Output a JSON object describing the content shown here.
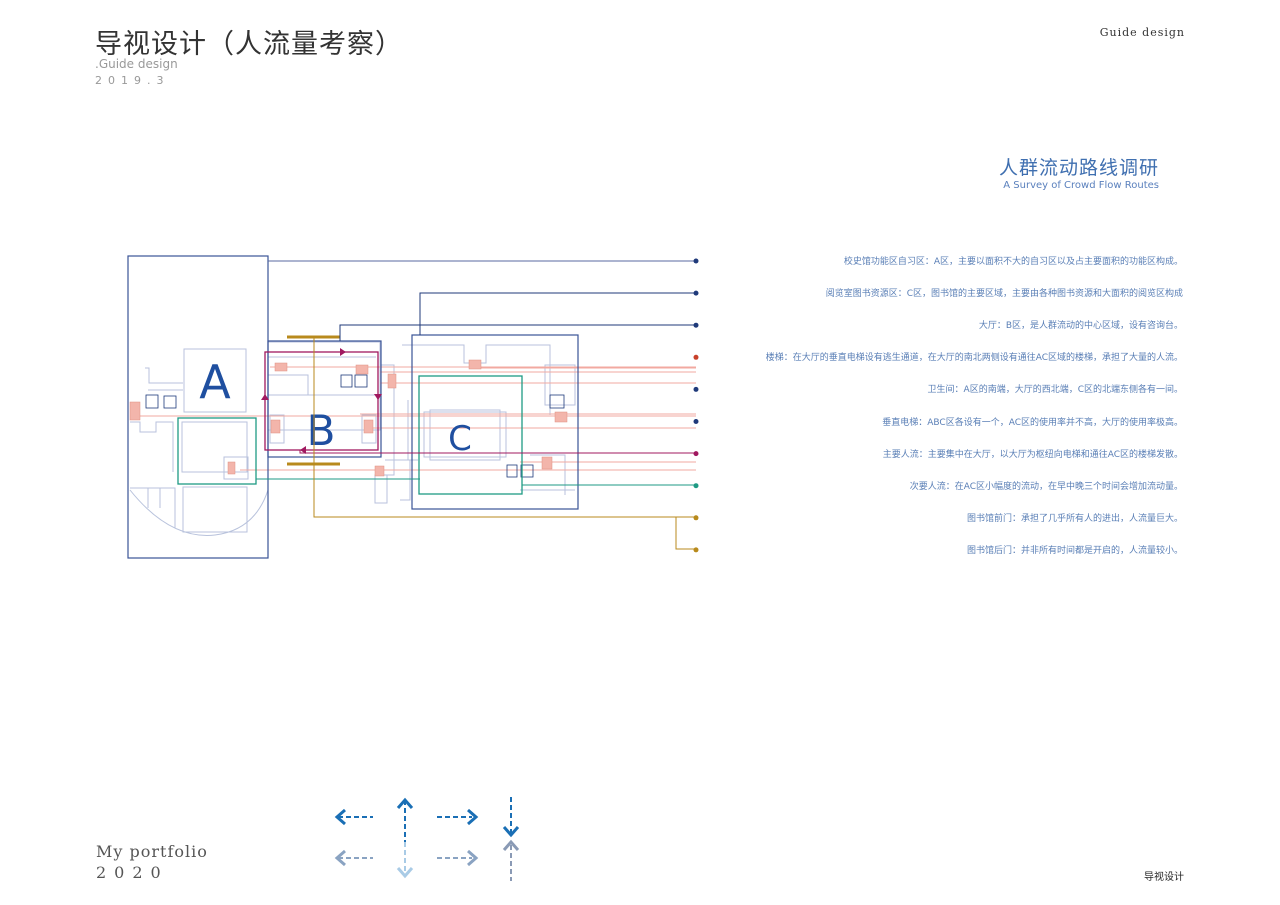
{
  "header": {
    "title": "导视设计（人流量考察）",
    "subtitle": ".Guide design",
    "date": "2019.3",
    "top_right": "Guide design"
  },
  "section": {
    "title": "人群流动路线调研",
    "subtitle": "A Survey of Crowd Flow Routes"
  },
  "plan": {
    "zone_a": "A",
    "zone_b": "B",
    "zone_c": "C"
  },
  "legend": [
    {
      "text": "校史馆功能区自习区：A区，主要以面积不大的自习区以及占主要面积的功能区构成。",
      "color": "#1f3a7a"
    },
    {
      "text": "阅览室图书资源区：C区，图书馆的主要区域，主要由各种图书资源和大面积的阅览区构成",
      "color": "#1f3a7a"
    },
    {
      "text": "大厅：B区，是人群流动的中心区域，设有咨询台。",
      "color": "#1f3a7a"
    },
    {
      "text": "楼梯：在大厅的垂直电梯设有逃生通道，在大厅的南北两侧设有通往AC区域的楼梯，承担了大量的人流。",
      "color": "#c8402a"
    },
    {
      "text": "卫生间：A区的南端，大厅的西北端，C区的北端东侧各有一间。",
      "color": "#1f3a7a"
    },
    {
      "text": "垂直电梯：ABC区各设有一个，AC区的使用率并不高，大厅的使用率极高。",
      "color": "#1f3a7a"
    },
    {
      "text": "主要人流：主要集中在大厅，以大厅为枢纽向电梯和通往AC区的楼梯发散。",
      "color": "#a0185f"
    },
    {
      "text": "次要人流：在AC区小幅度的流动，在早中晚三个时间会增加流动量。",
      "color": "#1e9a84"
    },
    {
      "text": "图书馆前门：承担了几乎所有人的进出，人流量巨大。",
      "color": "#b88a1c"
    },
    {
      "text": "图书馆后门：并非所有时间都是开启的，人流量较小。",
      "color": "#b88a1c"
    }
  ],
  "footer": {
    "portfolio": "My portfolio",
    "year": "2020",
    "label": "导视设计"
  }
}
